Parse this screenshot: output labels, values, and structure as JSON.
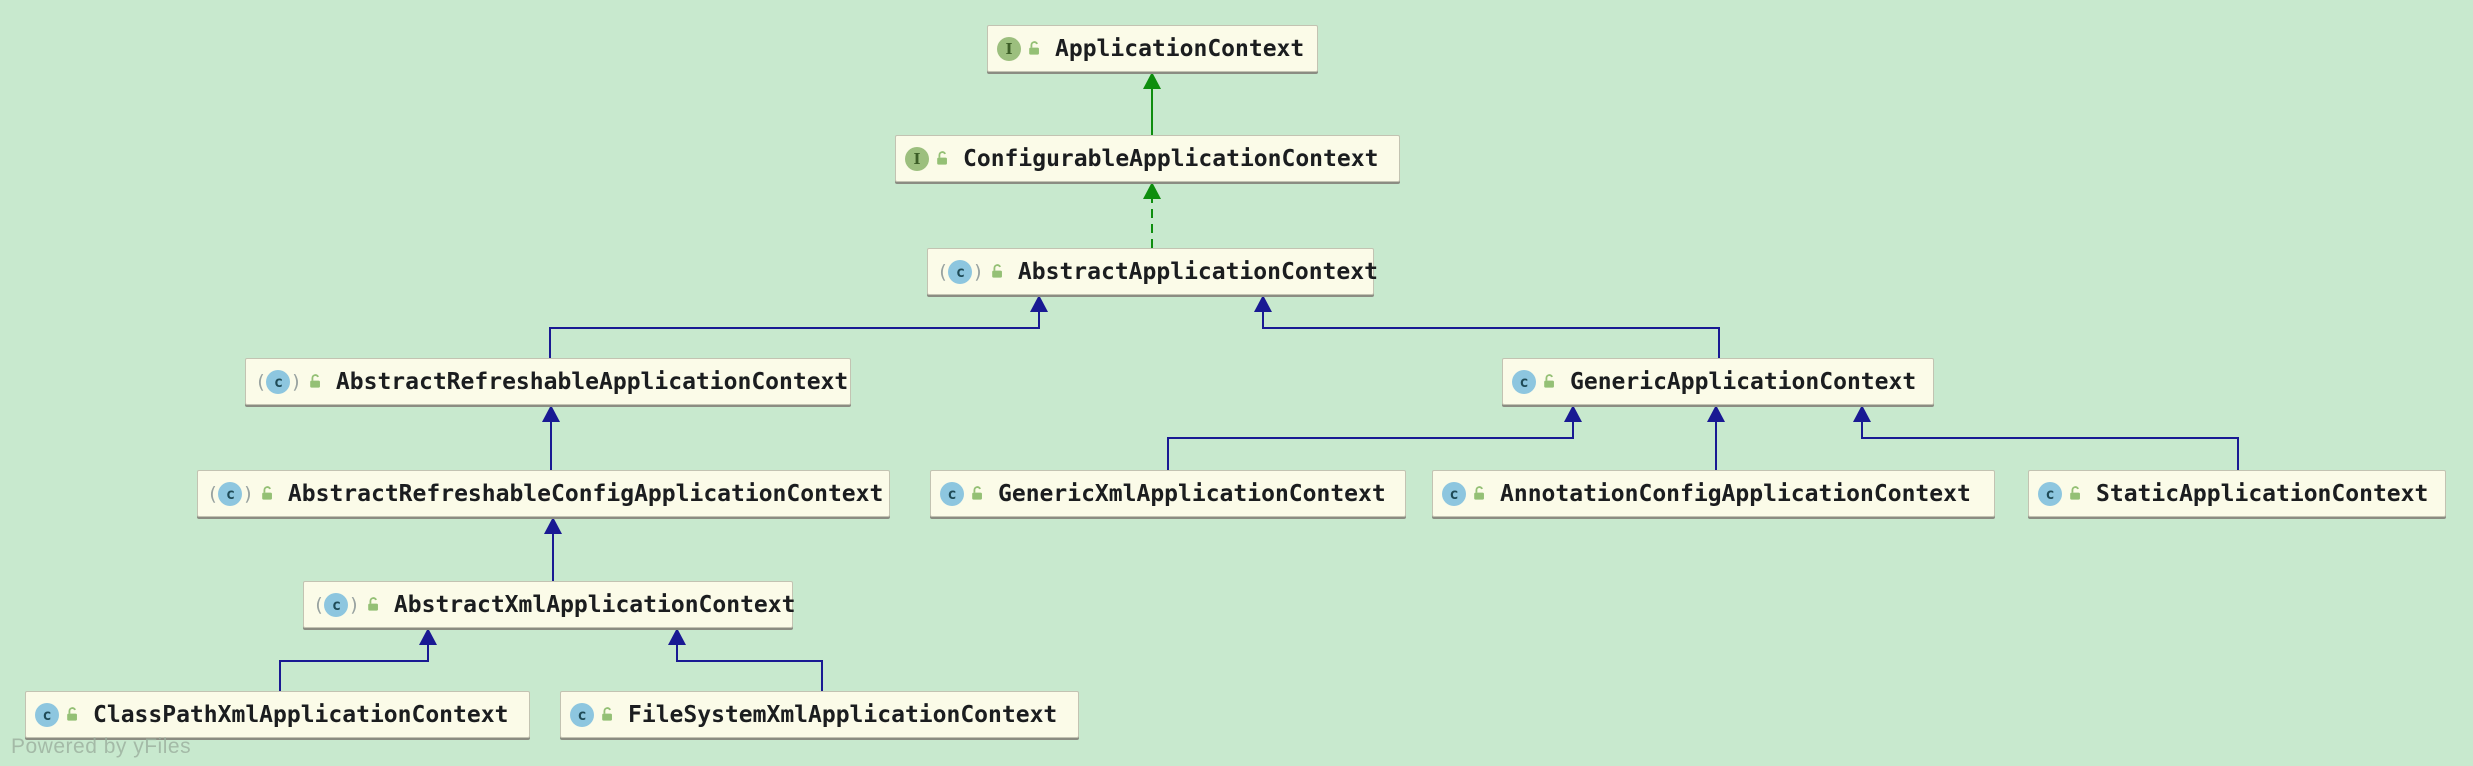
{
  "diagram": {
    "type": "uml-class-hierarchy",
    "nodes": [
      {
        "id": "application_context",
        "label": "ApplicationContext",
        "kind": "interface",
        "type_icon": "interface-icon",
        "modifier_icon": "unlocked-icon"
      },
      {
        "id": "configurable_application_context",
        "label": "ConfigurableApplicationContext",
        "kind": "interface",
        "type_icon": "interface-icon",
        "modifier_icon": "unlocked-icon"
      },
      {
        "id": "abstract_application_context",
        "label": "AbstractApplicationContext",
        "kind": "abstract_class",
        "type_icon": "abstract-class-icon",
        "modifier_icon": "unlocked-icon"
      },
      {
        "id": "abstract_refreshable_application_context",
        "label": "AbstractRefreshableApplicationContext",
        "kind": "abstract_class",
        "type_icon": "abstract-class-icon",
        "modifier_icon": "unlocked-icon"
      },
      {
        "id": "generic_application_context",
        "label": "GenericApplicationContext",
        "kind": "class",
        "type_icon": "class-icon",
        "modifier_icon": "unlocked-icon"
      },
      {
        "id": "abstract_refreshable_config_application_context",
        "label": "AbstractRefreshableConfigApplicationContext",
        "kind": "abstract_class",
        "type_icon": "abstract-class-icon",
        "modifier_icon": "unlocked-icon"
      },
      {
        "id": "generic_xml_application_context",
        "label": "GenericXmlApplicationContext",
        "kind": "class",
        "type_icon": "class-icon",
        "modifier_icon": "unlocked-icon"
      },
      {
        "id": "annotation_config_application_context",
        "label": "AnnotationConfigApplicationContext",
        "kind": "class",
        "type_icon": "class-icon",
        "modifier_icon": "unlocked-icon"
      },
      {
        "id": "static_application_context",
        "label": "StaticApplicationContext",
        "kind": "class",
        "type_icon": "class-icon",
        "modifier_icon": "unlocked-icon"
      },
      {
        "id": "abstract_xml_application_context",
        "label": "AbstractXmlApplicationContext",
        "kind": "abstract_class",
        "type_icon": "abstract-class-icon",
        "modifier_icon": "unlocked-icon"
      },
      {
        "id": "class_path_xml_application_context",
        "label": "ClassPathXmlApplicationContext",
        "kind": "class",
        "type_icon": "class-icon",
        "modifier_icon": "unlocked-icon"
      },
      {
        "id": "file_system_xml_application_context",
        "label": "FileSystemXmlApplicationContext",
        "kind": "class",
        "type_icon": "class-icon",
        "modifier_icon": "unlocked-icon"
      }
    ],
    "edges": [
      {
        "from": "configurable_application_context",
        "to": "application_context",
        "relation": "extends-interface",
        "style": "solid-green"
      },
      {
        "from": "abstract_application_context",
        "to": "configurable_application_context",
        "relation": "implements",
        "style": "dashed-green"
      },
      {
        "from": "abstract_refreshable_application_context",
        "to": "abstract_application_context",
        "relation": "extends",
        "style": "solid-blue"
      },
      {
        "from": "generic_application_context",
        "to": "abstract_application_context",
        "relation": "extends",
        "style": "solid-blue"
      },
      {
        "from": "abstract_refreshable_config_application_context",
        "to": "abstract_refreshable_application_context",
        "relation": "extends",
        "style": "solid-blue"
      },
      {
        "from": "generic_xml_application_context",
        "to": "generic_application_context",
        "relation": "extends",
        "style": "solid-blue"
      },
      {
        "from": "annotation_config_application_context",
        "to": "generic_application_context",
        "relation": "extends",
        "style": "solid-blue"
      },
      {
        "from": "static_application_context",
        "to": "generic_application_context",
        "relation": "extends",
        "style": "solid-blue"
      },
      {
        "from": "abstract_xml_application_context",
        "to": "abstract_refreshable_config_application_context",
        "relation": "extends",
        "style": "solid-blue"
      },
      {
        "from": "class_path_xml_application_context",
        "to": "abstract_xml_application_context",
        "relation": "extends",
        "style": "solid-blue"
      },
      {
        "from": "file_system_xml_application_context",
        "to": "abstract_xml_application_context",
        "relation": "extends",
        "style": "solid-blue"
      }
    ],
    "colors": {
      "background": "#c8e9ce",
      "node_fill": "#fbfbe8",
      "node_border": "#c3c3b2",
      "node_shadow": "#8b8c82",
      "node_text": "#1b1d1f",
      "extends_edge": "#191993",
      "interface_edge": "#0e8e0e",
      "interface_icon_fill": "#9cbf7e",
      "interface_icon_letter": "#3c5e27",
      "class_icon_fill": "#8dc6df",
      "class_icon_letter": "#1f4b57",
      "lock_icon": "#94c075"
    },
    "interface_icon_letter_glyph": "I",
    "class_icon_letter_glyph": "c"
  },
  "watermark": {
    "text": "Powered by yFiles"
  }
}
